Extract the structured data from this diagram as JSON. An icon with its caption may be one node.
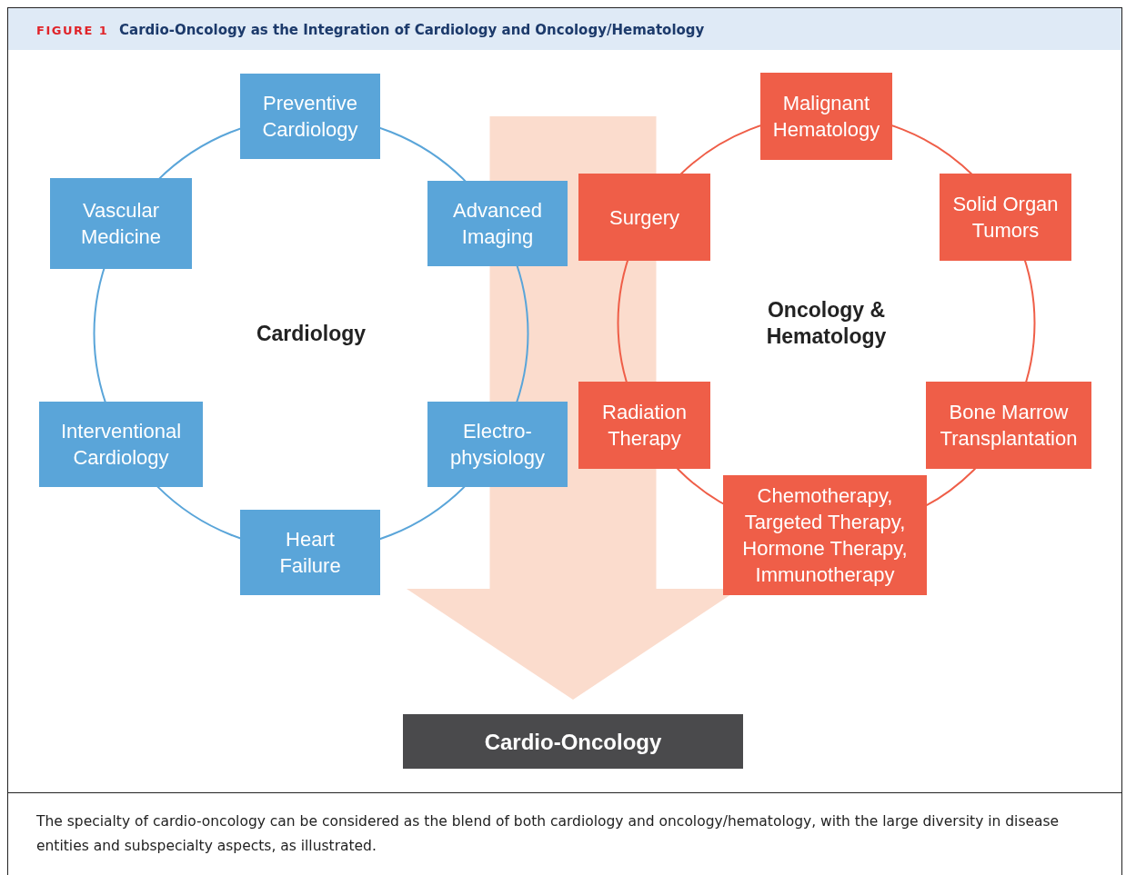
{
  "diagram": {
    "title": "Cardio-Oncology as the Integration of Cardiology and Oncology/Hematology",
    "caption": "The specialty of cardio-oncology can be considered as the blend of both cardiology and oncology/hematology, with the large diversity in disease entities and subspecialty aspects, as illustrated.",
    "nodes": [
      {
        "text": [
          "Cardiology"
        ]
      },
      {
        "text": [
          "Preventive Cardiology"
        ]
      },
      {
        "text": [
          "Vascular Medicine"
        ]
      },
      {
        "text": [
          "Advanced Imaging"
        ]
      },
      {
        "text": [
          "Interventional Cardiology"
        ]
      },
      {
        "text": [
          "Electro-physiology"
        ]
      },
      {
        "text": [
          "Heart Failure"
        ]
      },
      {
        "text": [
          "Oncology & Hematology"
        ]
      },
      {
        "text": [
          "Malignant Hematology"
        ]
      },
      {
        "text": [
          "Surgery"
        ]
      },
      {
        "text": [
          "Solid Organ Tumors"
        ]
      },
      {
        "text": [
          "Radiation Therapy"
        ]
      },
      {
        "text": [
          "Bone Marrow Transplantation"
        ]
      },
      {
        "text": [
          "Chemotherapy, Targeted Therapy, Hormone Therapy, Immunotherapy"
        ]
      },
      {
        "text": [
          "Cardio-Oncology"
        ]
      }
    ],
    "edges": [
      {
        "from": null,
        "to": 14,
        "arrow": "to",
        "color": "#fbdccd"
      }
    ],
    "labels": [
      "FIGURE 1"
    ]
  }
}
